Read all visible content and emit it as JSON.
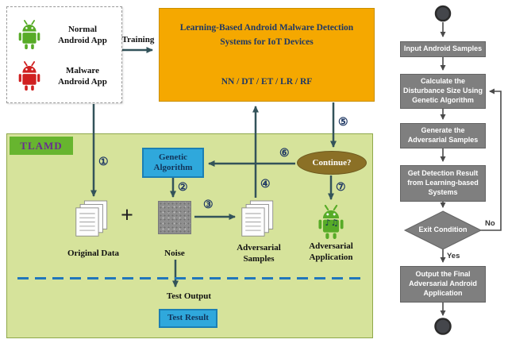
{
  "colors": {
    "detection_box": "#F5A800",
    "detection_text": "#1F3864",
    "tlamd_panel": "#D6E39B",
    "tlamd_tag_bg": "#67B52F",
    "tlamd_tag_text": "#6A2C91",
    "blue_box": "#2FA8DC",
    "continue_ellipse": "#8B7026",
    "flow_box_gray": "#7F7F7F",
    "arrow_dark_teal": "#33535A",
    "dashed_line_blue": "#2076BC",
    "android_green": "#57AB27",
    "android_red": "#D02020"
  },
  "icons": {
    "android_normal": "green-android-robot",
    "android_malware": "red-android-robot",
    "original_data": "document-stack",
    "adversarial_samples": "document-stack",
    "noise": "gray-noise-square",
    "adversarial_application": "green-android-robot-with-music-notes"
  },
  "apps_panel": {
    "normal_label": "Normal\nAndroid App",
    "malware_label": "Malware\nAndroid App"
  },
  "training_label": "Training",
  "detection_system": {
    "title": "Learning-Based Android Malware Detection\nSystems for IoT Devices",
    "algorithms": "NN / DT / ET / LR / RF"
  },
  "tlamd": {
    "title": "TLAMD",
    "genetic_algorithm": "Genetic\nAlgorithm",
    "plus": "+",
    "original_data": "Original Data",
    "noise": "Noise",
    "adversarial_samples": "Adversarial\nSamples",
    "adversarial_application": "Adversarial\nApplication",
    "continue_q": "Continue?",
    "test_output": "Test Output",
    "test_result": "Test Result",
    "music_notes": "♪♫",
    "steps": [
      "①",
      "②",
      "③",
      "④",
      "⑤",
      "⑥",
      "⑦"
    ]
  },
  "flowchart": {
    "boxes": [
      "Input Android Samples",
      "Calculate the\nDisturbance Size  Using\nGenetic Algorithm",
      "Generate the\nAdversarial Samples",
      "Get Detection Result\nfrom Learning-based\nSystems",
      "Output the Final\nAdversarial Android\nApplication"
    ],
    "decision": "Exit Condition",
    "no_label": "No",
    "yes_label": "Yes"
  }
}
